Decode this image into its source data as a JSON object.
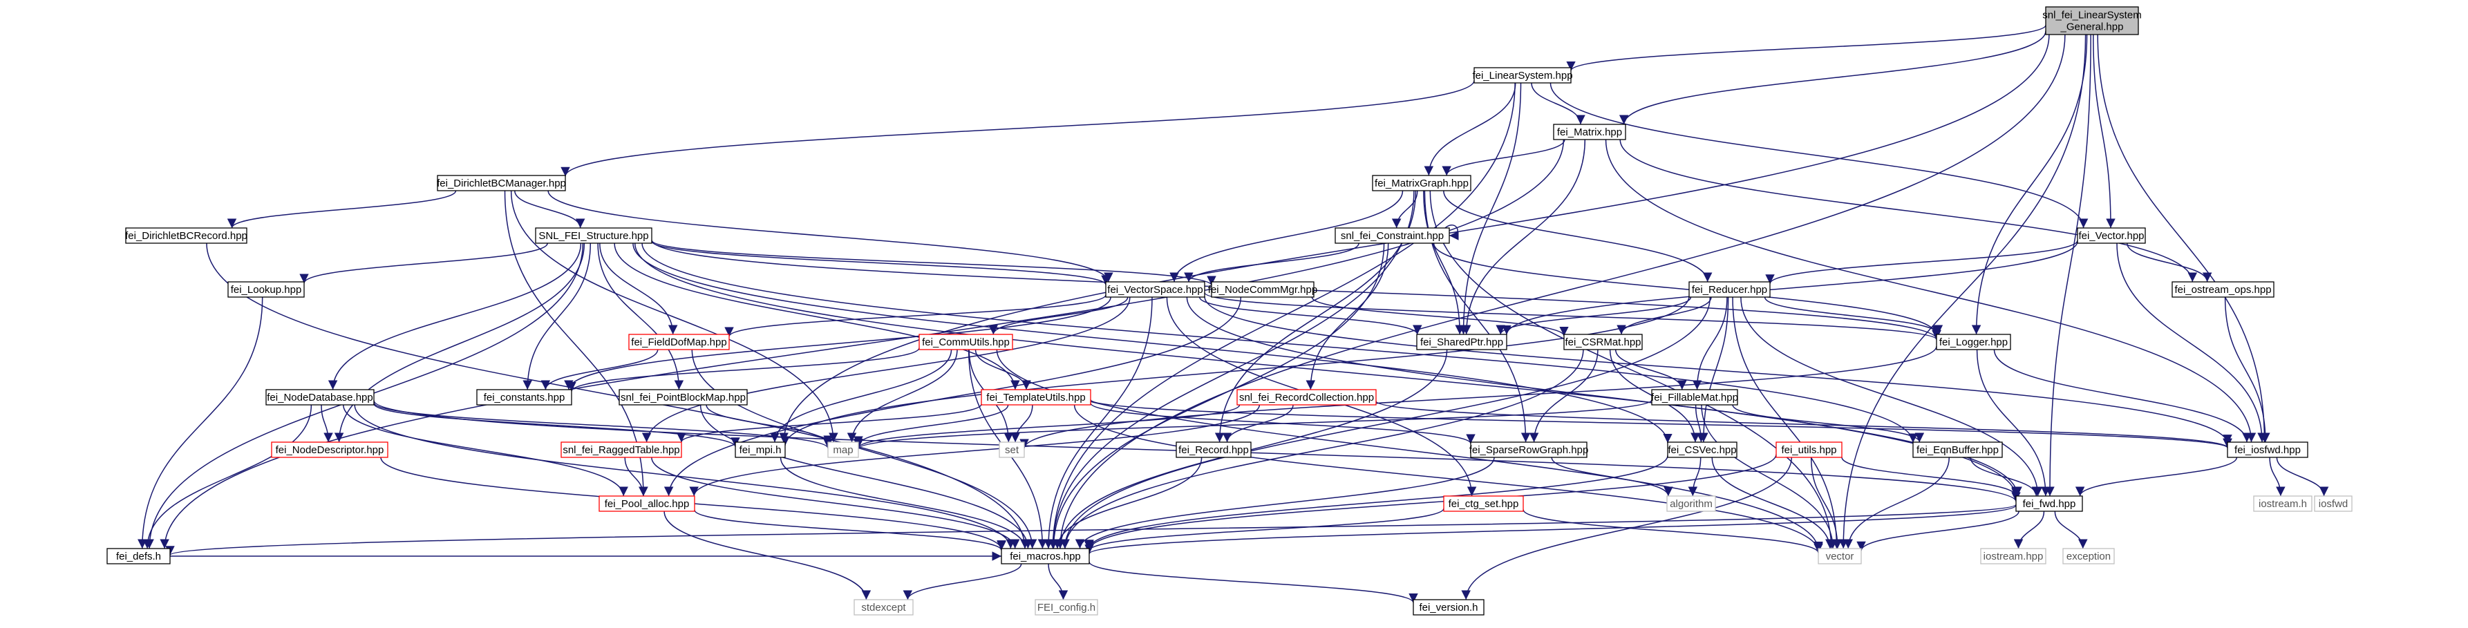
{
  "graph": {
    "root": "snl_fei_LinearSystem_General.hpp",
    "colors": {
      "edge": "#191970",
      "root_fill": "#bfbfbf",
      "node_fill": "#ffffff",
      "node_border": "#000000",
      "truncated_border": "#ff0000",
      "external_border": "#bfbfbf",
      "external_text": "#555555"
    },
    "nodes": [
      {
        "id": "root",
        "label": "snl_fei_LinearSystem\n_General.hpp",
        "kind": "root"
      },
      {
        "id": "LinearSystem",
        "label": "fei_LinearSystem.hpp",
        "kind": "normal"
      },
      {
        "id": "Matrix",
        "label": "fei_Matrix.hpp",
        "kind": "normal"
      },
      {
        "id": "DirichletBCManager",
        "label": "fei_DirichletBCManager.hpp",
        "kind": "normal"
      },
      {
        "id": "MatrixGraph",
        "label": "fei_MatrixGraph.hpp",
        "kind": "normal"
      },
      {
        "id": "DirichletBCRecord",
        "label": "fei_DirichletBCRecord.hpp",
        "kind": "normal"
      },
      {
        "id": "SNL_FEI_Structure",
        "label": "SNL_FEI_Structure.hpp",
        "kind": "normal"
      },
      {
        "id": "Constraint",
        "label": "snl_fei_Constraint.hpp",
        "kind": "normal"
      },
      {
        "id": "Vector",
        "label": "fei_Vector.hpp",
        "kind": "normal"
      },
      {
        "id": "Lookup",
        "label": "fei_Lookup.hpp",
        "kind": "normal"
      },
      {
        "id": "VectorSpace",
        "label": "fei_VectorSpace.hpp",
        "kind": "normal"
      },
      {
        "id": "NodeCommMgr",
        "label": "fei_NodeCommMgr.hpp",
        "kind": "normal"
      },
      {
        "id": "Reducer",
        "label": "fei_Reducer.hpp",
        "kind": "normal"
      },
      {
        "id": "ostream_ops",
        "label": "fei_ostream_ops.hpp",
        "kind": "normal"
      },
      {
        "id": "FieldDofMap",
        "label": "fei_FieldDofMap.hpp",
        "kind": "truncated"
      },
      {
        "id": "SharedPtr",
        "label": "fei_SharedPtr.hpp",
        "kind": "normal"
      },
      {
        "id": "Logger",
        "label": "fei_Logger.hpp",
        "kind": "normal"
      },
      {
        "id": "CommUtils",
        "label": "fei_CommUtils.hpp",
        "kind": "truncated"
      },
      {
        "id": "CSRMat",
        "label": "fei_CSRMat.hpp",
        "kind": "normal"
      },
      {
        "id": "constants",
        "label": "fei_constants.hpp",
        "kind": "normal"
      },
      {
        "id": "PointBlockMap",
        "label": "snl_fei_PointBlockMap.hpp",
        "kind": "normal"
      },
      {
        "id": "NodeDatabase",
        "label": "fei_NodeDatabase.hpp",
        "kind": "normal"
      },
      {
        "id": "TemplateUtils",
        "label": "fei_TemplateUtils.hpp",
        "kind": "truncated"
      },
      {
        "id": "RaggedTable",
        "label": "snl_fei_RaggedTable.hpp",
        "kind": "truncated"
      },
      {
        "id": "RecordCollection",
        "label": "snl_fei_RecordCollection.hpp",
        "kind": "truncated"
      },
      {
        "id": "FillableMat",
        "label": "fei_FillableMat.hpp",
        "kind": "normal"
      },
      {
        "id": "NodeDescriptor",
        "label": "fei_NodeDescriptor.hpp",
        "kind": "truncated"
      },
      {
        "id": "mpi",
        "label": "fei_mpi.h",
        "kind": "normal"
      },
      {
        "id": "map",
        "label": "map",
        "kind": "external"
      },
      {
        "id": "set",
        "label": "set",
        "kind": "external"
      },
      {
        "id": "Record",
        "label": "fei_Record.hpp",
        "kind": "normal"
      },
      {
        "id": "SparseRowGraph",
        "label": "fei_SparseRowGraph.hpp",
        "kind": "normal"
      },
      {
        "id": "CSVec",
        "label": "fei_CSVec.hpp",
        "kind": "normal"
      },
      {
        "id": "utils",
        "label": "fei_utils.hpp",
        "kind": "truncated"
      },
      {
        "id": "EqnBuffer",
        "label": "fei_EqnBuffer.hpp",
        "kind": "normal"
      },
      {
        "id": "iosfwd_hpp",
        "label": "fei_iosfwd.hpp",
        "kind": "normal"
      },
      {
        "id": "Pool_alloc",
        "label": "fei_Pool_alloc.hpp",
        "kind": "truncated"
      },
      {
        "id": "ctg_set",
        "label": "fei_ctg_set.hpp",
        "kind": "truncated"
      },
      {
        "id": "algorithm",
        "label": "algorithm",
        "kind": "external"
      },
      {
        "id": "fwd",
        "label": "fei_fwd.hpp",
        "kind": "normal"
      },
      {
        "id": "iostream_h",
        "label": "iostream.h",
        "kind": "external"
      },
      {
        "id": "iosfwd",
        "label": "iosfwd",
        "kind": "external"
      },
      {
        "id": "defs",
        "label": "fei_defs.h",
        "kind": "normal"
      },
      {
        "id": "macros",
        "label": "fei_macros.hpp",
        "kind": "normal"
      },
      {
        "id": "vector",
        "label": "vector",
        "kind": "external"
      },
      {
        "id": "iostream_hpp",
        "label": "iostream.hpp",
        "kind": "external"
      },
      {
        "id": "exception",
        "label": "exception",
        "kind": "external"
      },
      {
        "id": "stdexcept",
        "label": "stdexcept",
        "kind": "external"
      },
      {
        "id": "FEI_config",
        "label": "FEI_config.h",
        "kind": "external"
      },
      {
        "id": "version",
        "label": "fei_version.h",
        "kind": "normal"
      }
    ],
    "edges": [
      [
        "root",
        "LinearSystem"
      ],
      [
        "root",
        "Matrix"
      ],
      [
        "root",
        "Vector"
      ],
      [
        "root",
        "Logger"
      ],
      [
        "root",
        "iosfwd_hpp"
      ],
      [
        "root",
        "fwd"
      ],
      [
        "root",
        "macros"
      ],
      [
        "root",
        "mpi"
      ],
      [
        "root",
        "vector"
      ],
      [
        "LinearSystem",
        "Matrix"
      ],
      [
        "LinearSystem",
        "MatrixGraph"
      ],
      [
        "LinearSystem",
        "SharedPtr"
      ],
      [
        "LinearSystem",
        "DirichletBCManager"
      ],
      [
        "LinearSystem",
        "Vector"
      ],
      [
        "LinearSystem",
        "macros"
      ],
      [
        "Matrix",
        "MatrixGraph"
      ],
      [
        "Matrix",
        "SharedPtr"
      ],
      [
        "Matrix",
        "ostream_ops"
      ],
      [
        "Matrix",
        "iosfwd_hpp"
      ],
      [
        "Matrix",
        "defs"
      ],
      [
        "DirichletBCManager",
        "DirichletBCRecord"
      ],
      [
        "DirichletBCManager",
        "SNL_FEI_Structure"
      ],
      [
        "DirichletBCManager",
        "VectorSpace"
      ],
      [
        "DirichletBCManager",
        "Pool_alloc"
      ],
      [
        "DirichletBCManager",
        "map"
      ],
      [
        "MatrixGraph",
        "Constraint"
      ],
      [
        "MatrixGraph",
        "VectorSpace"
      ],
      [
        "MatrixGraph",
        "Reducer"
      ],
      [
        "MatrixGraph",
        "SharedPtr"
      ],
      [
        "MatrixGraph",
        "SparseRowGraph"
      ],
      [
        "MatrixGraph",
        "Record"
      ],
      [
        "MatrixGraph",
        "macros"
      ],
      [
        "MatrixGraph",
        "vector"
      ],
      [
        "DirichletBCRecord",
        "macros"
      ],
      [
        "SNL_FEI_Structure",
        "Lookup"
      ],
      [
        "SNL_FEI_Structure",
        "VectorSpace"
      ],
      [
        "SNL_FEI_Structure",
        "NodeCommMgr"
      ],
      [
        "SNL_FEI_Structure",
        "FieldDofMap"
      ],
      [
        "SNL_FEI_Structure",
        "constants"
      ],
      [
        "SNL_FEI_Structure",
        "PointBlockMap"
      ],
      [
        "SNL_FEI_Structure",
        "NodeDatabase"
      ],
      [
        "SNL_FEI_Structure",
        "TemplateUtils"
      ],
      [
        "SNL_FEI_Structure",
        "NodeDescriptor"
      ],
      [
        "SNL_FEI_Structure",
        "CSVec"
      ],
      [
        "SNL_FEI_Structure",
        "EqnBuffer"
      ],
      [
        "SNL_FEI_Structure",
        "fwd"
      ],
      [
        "SNL_FEI_Structure",
        "defs"
      ],
      [
        "SNL_FEI_Structure",
        "Logger"
      ],
      [
        "Constraint",
        "Constraint"
      ],
      [
        "Constraint",
        "VectorSpace"
      ],
      [
        "Constraint",
        "RecordCollection"
      ],
      [
        "Constraint",
        "macros"
      ],
      [
        "Constraint",
        "Logger"
      ],
      [
        "Vector",
        "Reducer"
      ],
      [
        "Vector",
        "ostream_ops"
      ],
      [
        "Vector",
        "iosfwd_hpp"
      ],
      [
        "Vector",
        "SharedPtr"
      ],
      [
        "Lookup",
        "defs"
      ],
      [
        "VectorSpace",
        "FieldDofMap"
      ],
      [
        "VectorSpace",
        "CommUtils"
      ],
      [
        "VectorSpace",
        "SharedPtr"
      ],
      [
        "VectorSpace",
        "Logger"
      ],
      [
        "VectorSpace",
        "RaggedTable"
      ],
      [
        "VectorSpace",
        "constants"
      ],
      [
        "VectorSpace",
        "ctg_set"
      ],
      [
        "VectorSpace",
        "fwd"
      ],
      [
        "VectorSpace",
        "macros"
      ],
      [
        "VectorSpace",
        "iosfwd_hpp"
      ],
      [
        "NodeCommMgr",
        "CSRMat"
      ],
      [
        "NodeCommMgr",
        "Pool_alloc"
      ],
      [
        "Reducer",
        "SharedPtr"
      ],
      [
        "Reducer",
        "CSRMat"
      ],
      [
        "Reducer",
        "FillableMat"
      ],
      [
        "Reducer",
        "CSVec"
      ],
      [
        "Reducer",
        "Logger"
      ],
      [
        "Reducer",
        "mpi"
      ],
      [
        "Reducer",
        "fwd"
      ],
      [
        "Reducer",
        "vector"
      ],
      [
        "Reducer",
        "macros"
      ],
      [
        "ostream_ops",
        "iosfwd_hpp"
      ],
      [
        "FieldDofMap",
        "constants"
      ],
      [
        "FieldDofMap",
        "macros"
      ],
      [
        "SharedPtr",
        "macros"
      ],
      [
        "Logger",
        "iosfwd_hpp"
      ],
      [
        "Logger",
        "fwd"
      ],
      [
        "Logger",
        "set"
      ],
      [
        "CommUtils",
        "TemplateUtils"
      ],
      [
        "CommUtils",
        "mpi"
      ],
      [
        "CommUtils",
        "map"
      ],
      [
        "CommUtils",
        "set"
      ],
      [
        "CommUtils",
        "macros"
      ],
      [
        "CommUtils",
        "constants"
      ],
      [
        "CommUtils",
        "vector"
      ],
      [
        "CSRMat",
        "FillableMat"
      ],
      [
        "CSRMat",
        "SparseRowGraph"
      ],
      [
        "CSRMat",
        "CSVec"
      ],
      [
        "CSRMat",
        "macros"
      ],
      [
        "PointBlockMap",
        "macros"
      ],
      [
        "PointBlockMap",
        "map"
      ],
      [
        "NodeDatabase",
        "NodeDescriptor"
      ],
      [
        "NodeDatabase",
        "Pool_alloc"
      ],
      [
        "NodeDatabase",
        "mpi"
      ],
      [
        "NodeDatabase",
        "map"
      ],
      [
        "NodeDatabase",
        "defs"
      ],
      [
        "NodeDatabase",
        "macros"
      ],
      [
        "NodeDatabase",
        "fwd"
      ],
      [
        "TemplateUtils",
        "RaggedTable"
      ],
      [
        "TemplateUtils",
        "SparseRowGraph"
      ],
      [
        "TemplateUtils",
        "map"
      ],
      [
        "TemplateUtils",
        "set"
      ],
      [
        "TemplateUtils",
        "iosfwd_hpp"
      ],
      [
        "TemplateUtils",
        "vector"
      ],
      [
        "RaggedTable",
        "Pool_alloc"
      ],
      [
        "RaggedTable",
        "macros"
      ],
      [
        "RecordCollection",
        "Record"
      ],
      [
        "RecordCollection",
        "map"
      ],
      [
        "RecordCollection",
        "iosfwd_hpp"
      ],
      [
        "RecordCollection",
        "Pool_alloc"
      ],
      [
        "FillableMat",
        "CSVec"
      ],
      [
        "FillableMat",
        "EqnBuffer"
      ],
      [
        "FillableMat",
        "map"
      ],
      [
        "FillableMat",
        "vector"
      ],
      [
        "NodeDescriptor",
        "macros"
      ],
      [
        "mpi",
        "macros"
      ],
      [
        "Record",
        "macros"
      ],
      [
        "SparseRowGraph",
        "algorithm"
      ],
      [
        "SparseRowGraph",
        "macros"
      ],
      [
        "CSVec",
        "algorithm"
      ],
      [
        "CSVec",
        "vector"
      ],
      [
        "CSVec",
        "macros"
      ],
      [
        "utils",
        "fwd"
      ],
      [
        "utils",
        "vector"
      ],
      [
        "utils",
        "version"
      ],
      [
        "utils",
        "macros"
      ],
      [
        "EqnBuffer",
        "vector"
      ],
      [
        "EqnBuffer",
        "fwd"
      ],
      [
        "iosfwd_hpp",
        "fwd"
      ],
      [
        "iosfwd_hpp",
        "iostream_h"
      ],
      [
        "iosfwd_hpp",
        "iosfwd"
      ],
      [
        "Pool_alloc",
        "macros"
      ],
      [
        "Pool_alloc",
        "stdexcept"
      ],
      [
        "ctg_set",
        "macros"
      ],
      [
        "ctg_set",
        "vector"
      ],
      [
        "fwd",
        "defs"
      ],
      [
        "fwd",
        "macros"
      ],
      [
        "fwd",
        "iostream_hpp"
      ],
      [
        "fwd",
        "exception"
      ],
      [
        "fwd",
        "vector"
      ],
      [
        "defs",
        "macros"
      ],
      [
        "macros",
        "stdexcept"
      ],
      [
        "macros",
        "FEI_config"
      ],
      [
        "macros",
        "version"
      ]
    ]
  }
}
